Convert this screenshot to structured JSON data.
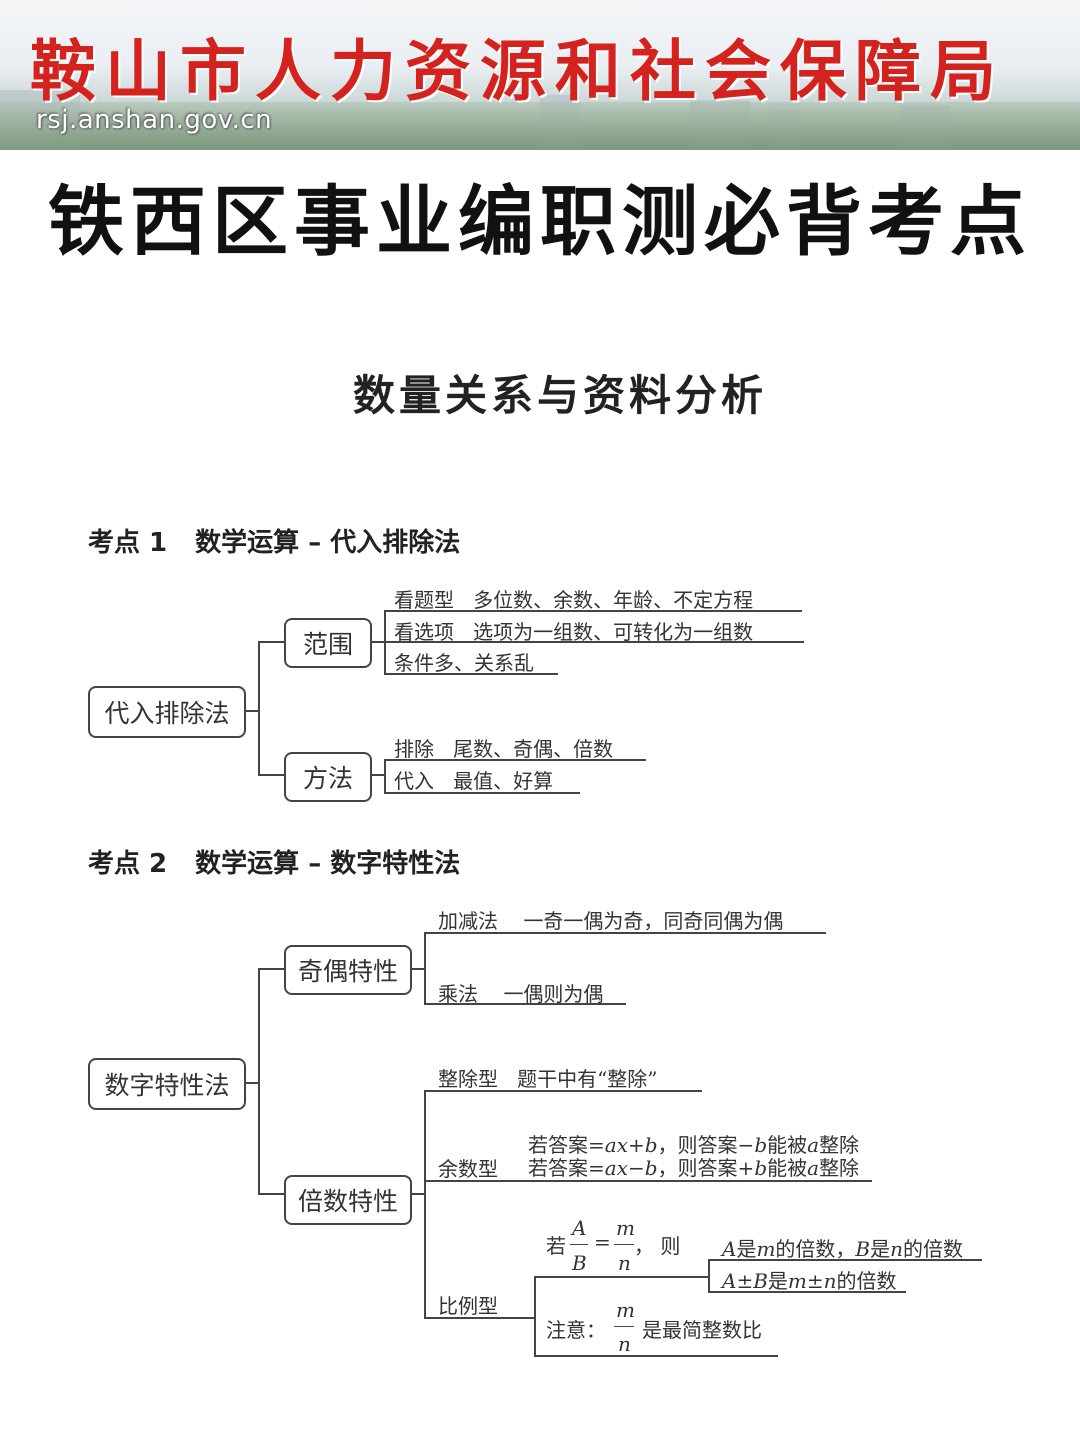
{
  "banner": {
    "title": "鞍山市人力资源和社会保障局",
    "url": "rsj.anshan.gov.cn"
  },
  "doc": {
    "title": "铁西区事业编职测必背考点",
    "subtitle": "数量关系与资料分析"
  },
  "point1": {
    "num": "考点 1",
    "title": "数学运算 – 代入排除法",
    "root": "代入排除法",
    "range": {
      "label": "范围",
      "items": [
        {
          "key": "看题型",
          "value": "多位数、余数、年龄、不定方程"
        },
        {
          "key": "看选项",
          "value": "选项为一组数、可转化为一组数"
        },
        {
          "key": "条件多、关系乱",
          "value": ""
        }
      ]
    },
    "method": {
      "label": "方法",
      "items": [
        {
          "key": "排除",
          "value": "尾数、奇偶、倍数"
        },
        {
          "key": "代入",
          "value": "最值、好算"
        }
      ]
    }
  },
  "point2": {
    "num": "考点 2",
    "title": "数学运算 – 数字特性法",
    "root": "数字特性法",
    "parity": {
      "label": "奇偶特性",
      "items": [
        {
          "key": "加减法",
          "value": "一奇一偶为奇，同奇同偶为偶"
        },
        {
          "key": "乘法",
          "value": "一偶则为偶"
        }
      ]
    },
    "multiple": {
      "label": "倍数特性",
      "divisible": {
        "key": "整除型",
        "value": "题干中有“整除”"
      },
      "remainder": {
        "key": "余数型",
        "line1": {
          "pre": "若答案=",
          "expr": "ax",
          "mid": "+",
          "b1": "b",
          "post1": "，则答案−",
          "b2": "b",
          "post2": "能被",
          "a": "a",
          "end": "整除"
        },
        "line2": {
          "pre": "若答案=",
          "expr": "ax",
          "mid": "−",
          "b1": "b",
          "post1": "，则答案+",
          "b2": "b",
          "post2": "能被",
          "a": "a",
          "end": "整除"
        }
      },
      "ratio": {
        "key": "比例型",
        "if": "若",
        "frac_num": "A",
        "frac_den": "B",
        "eq": "=",
        "frac2_num": "m",
        "frac2_den": "n",
        "then": "，  则",
        "result1": {
          "A": "A",
          "t1": "是",
          "m": "m",
          "t2": "的倍数，",
          "B": "B",
          "t3": "是",
          "n": "n",
          "t4": "的倍数"
        },
        "result2": {
          "A": "A",
          "pm": "±",
          "B": "B",
          "t1": "是",
          "m": "m",
          "pm2": "±",
          "n": "n",
          "t2": "的倍数"
        },
        "note_label": "注意：",
        "note_num": "m",
        "note_den": "n",
        "note_text": "是最简整数比"
      }
    }
  }
}
